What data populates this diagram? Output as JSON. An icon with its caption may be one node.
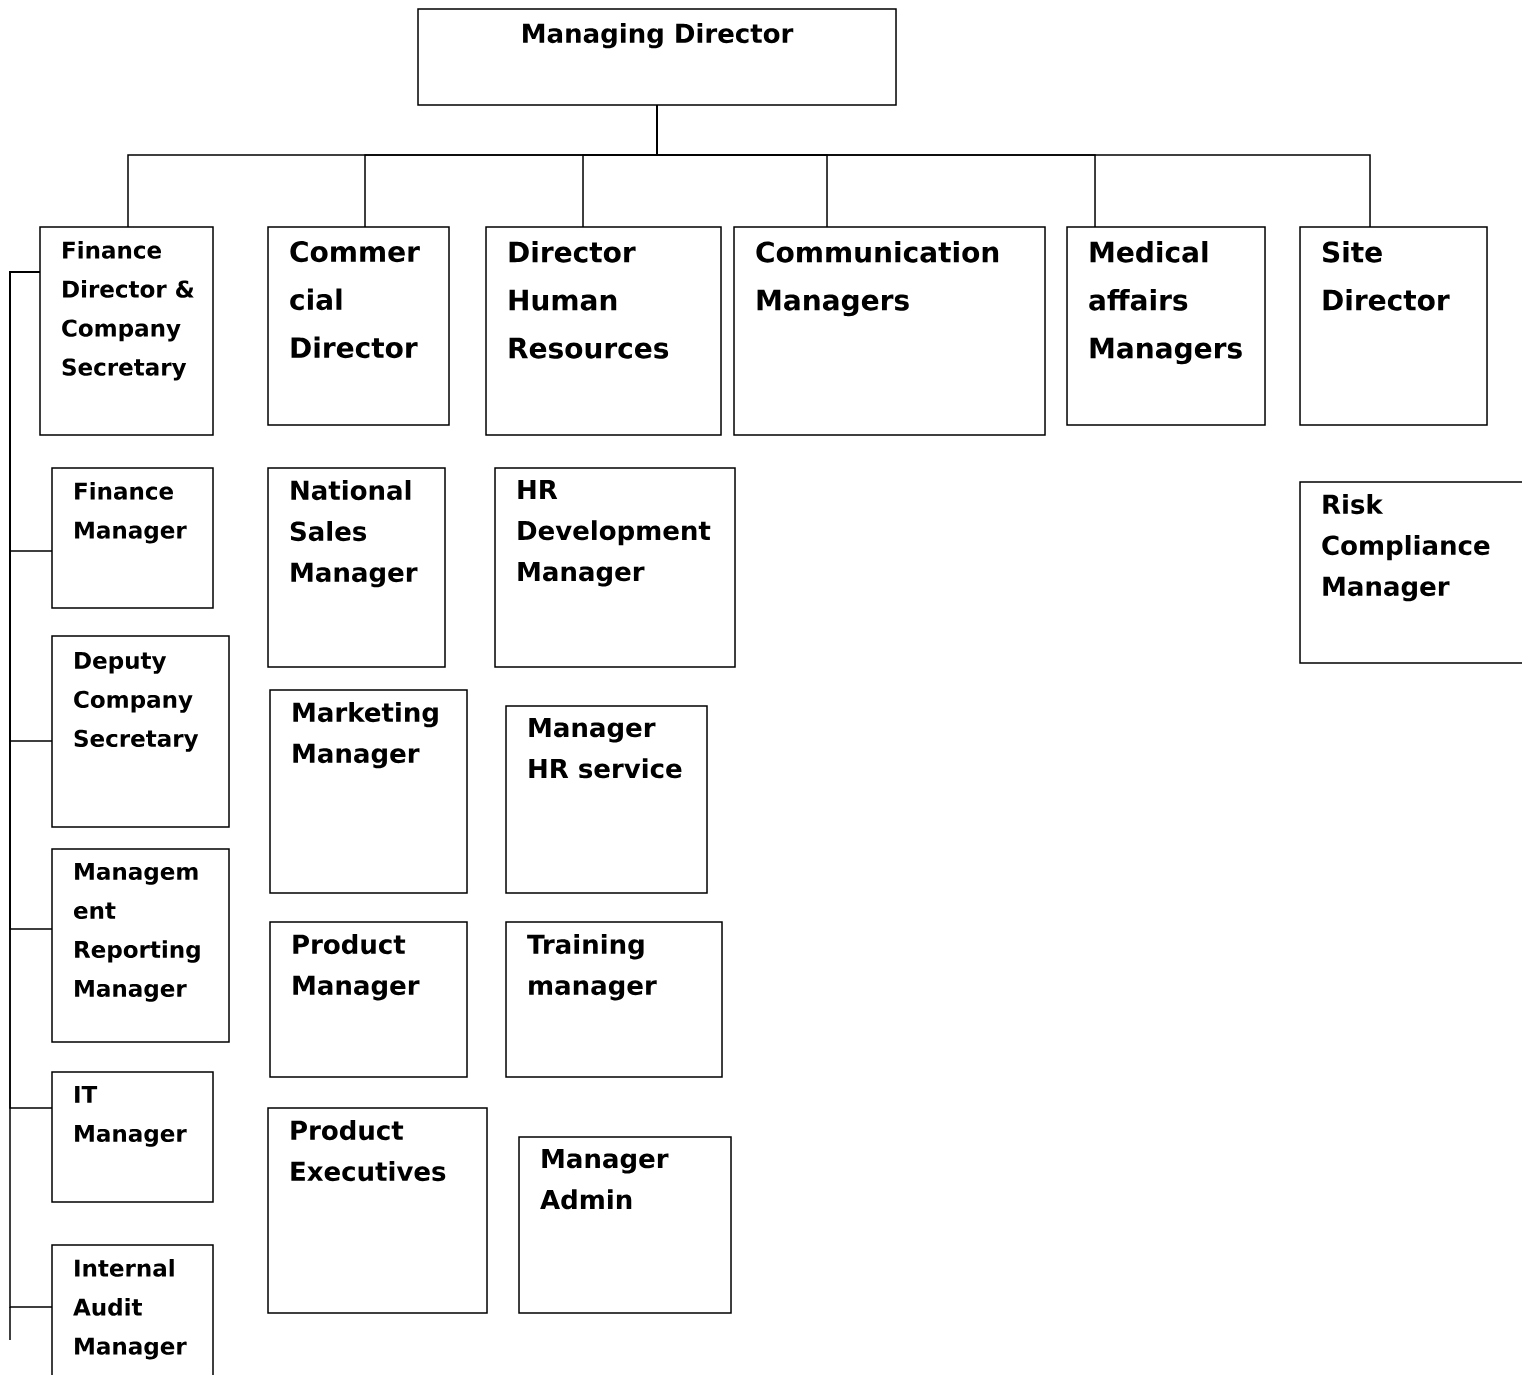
{
  "diagram": {
    "nodes": [
      {
        "text": [
          "Managing Director"
        ]
      },
      {
        "text": [
          "Finance Director & Company Secretary"
        ]
      },
      {
        "text": [
          "Commer cial Director"
        ]
      },
      {
        "text": [
          "Director Human Resources"
        ]
      },
      {
        "text": [
          "Communication Managers"
        ]
      },
      {
        "text": [
          "Medical affairs Managers"
        ]
      },
      {
        "text": [
          "Site Director"
        ]
      },
      {
        "text": [
          "Finance Manager"
        ]
      },
      {
        "text": [
          "Deputy Company Secretary"
        ]
      },
      {
        "text": [
          "Managem ent Reporting Manager"
        ]
      },
      {
        "text": [
          "IT Manager"
        ]
      },
      {
        "text": [
          "Internal Audit Manager"
        ]
      },
      {
        "text": [
          "National Sales Manager"
        ]
      },
      {
        "text": [
          "Marketing Manager"
        ]
      },
      {
        "text": [
          "Product Manager"
        ]
      },
      {
        "text": [
          "Product Executives"
        ]
      },
      {
        "text": [
          "HR Development Manager"
        ]
      },
      {
        "text": [
          "Manager HR service"
        ]
      },
      {
        "text": [
          "Training manager"
        ]
      },
      {
        "text": [
          "Manager Admin"
        ]
      },
      {
        "text": [
          "Risk Compliance Manager"
        ]
      }
    ],
    "edges": [
      {
        "from": 0,
        "to": 1,
        "arrow": "none"
      },
      {
        "from": 0,
        "to": 2,
        "arrow": "none"
      },
      {
        "from": 0,
        "to": 3,
        "arrow": "none"
      },
      {
        "from": 0,
        "to": 4,
        "arrow": "none"
      },
      {
        "from": 0,
        "to": 5,
        "arrow": "none"
      },
      {
        "from": 0,
        "to": 6,
        "arrow": "none"
      },
      {
        "from": 1,
        "to": 7,
        "arrow": "none"
      },
      {
        "from": 1,
        "to": 8,
        "arrow": "none"
      },
      {
        "from": 1,
        "to": 9,
        "arrow": "none"
      },
      {
        "from": 1,
        "to": 10,
        "arrow": "none"
      },
      {
        "from": 1,
        "to": 11,
        "arrow": "none"
      }
    ]
  }
}
